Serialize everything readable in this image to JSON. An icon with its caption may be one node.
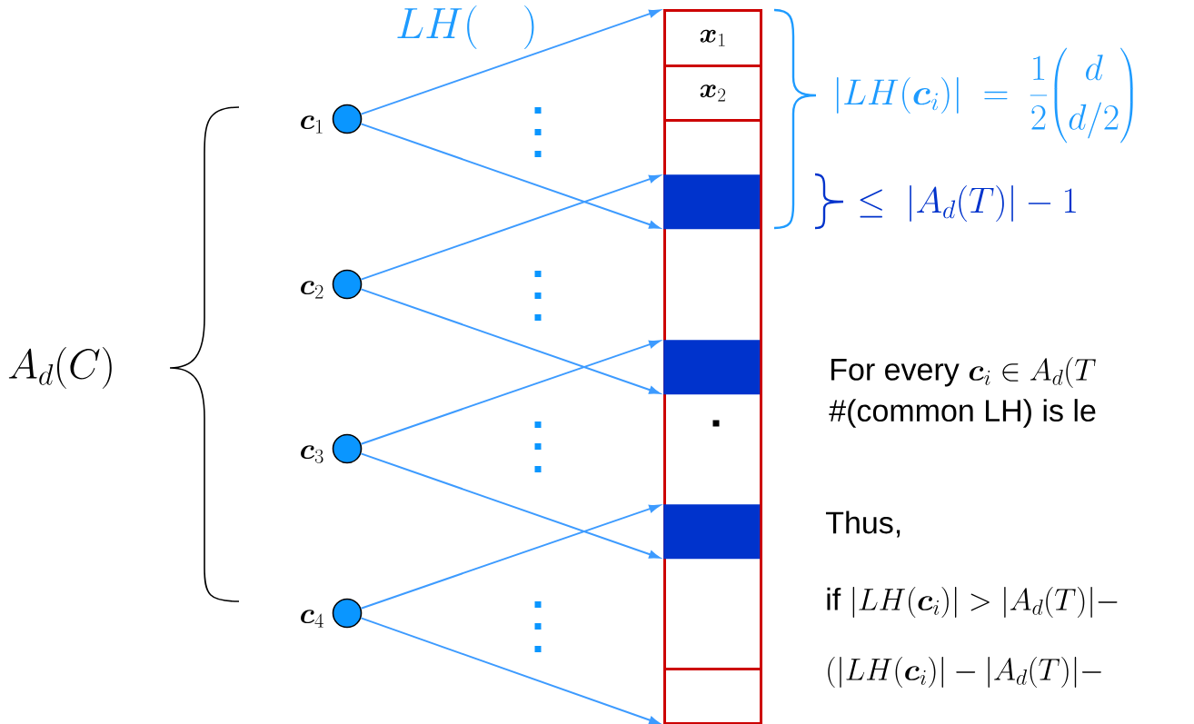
{
  "diagram": {
    "nodes": [
      {
        "text": [],
        "shape": "box"
      },
      {
        "text": [
          "\\boldsymbol{x}_1"
        ],
        "in": 0
      },
      {
        "text": [
          "\\boldsymbol{x}_2"
        ],
        "in": 0
      },
      {
        "text": [],
        "shape": "bar",
        "in": 0
      },
      {
        "text": [],
        "shape": "bar",
        "in": 0
      },
      {
        "text": [],
        "shape": "bar",
        "in": 0
      },
      {
        "text": [],
        "shape": "box",
        "in": 0
      },
      {
        "text": [],
        "shape": "circle",
        "beside": [
          "\\boldsymbol{c}_1"
        ]
      },
      {
        "text": [],
        "shape": "circle",
        "beside": [
          "\\boldsymbol{c}_2"
        ]
      },
      {
        "text": [],
        "shape": "circle",
        "beside": [
          "\\boldsymbol{c}_3"
        ]
      },
      {
        "text": [],
        "shape": "circle",
        "beside": [
          "\\boldsymbol{c}_4"
        ]
      }
    ],
    "edges": [
      {
        "from": 7,
        "to": 1,
        "arrow": "to"
      },
      {
        "from": 7,
        "to": 3,
        "arrow": "to"
      },
      {
        "from": 8,
        "to": 3,
        "arrow": "to"
      },
      {
        "from": 8,
        "to": 4,
        "arrow": "to"
      },
      {
        "from": 9,
        "to": 4,
        "arrow": "to"
      },
      {
        "from": 9,
        "to": 5,
        "arrow": "to"
      },
      {
        "from": 10,
        "to": 5,
        "arrow": "to"
      },
      {
        "from": 10,
        "to": 6,
        "arrow": "to"
      }
    ],
    "labels": [
      "LH(\\quad)",
      "|LH(\\boldsymbol{c}_i)| \\;=\\; \\dfrac{1}{2}\\dbinom{d}{d/2}",
      "\\leq\\; |A_d(T)| - 1",
      "A_d(C)",
      "\\text{For every }\\boldsymbol{c}_i \\in A_d(T",
      "#(common LH) is le",
      "Thus,",
      "\\text{if }|LH(\\boldsymbol{c}_i)| > |A_d(T)| -",
      "(|LH(\\boldsymbol{c}_i)| - |A_d(T)|-"
    ]
  }
}
